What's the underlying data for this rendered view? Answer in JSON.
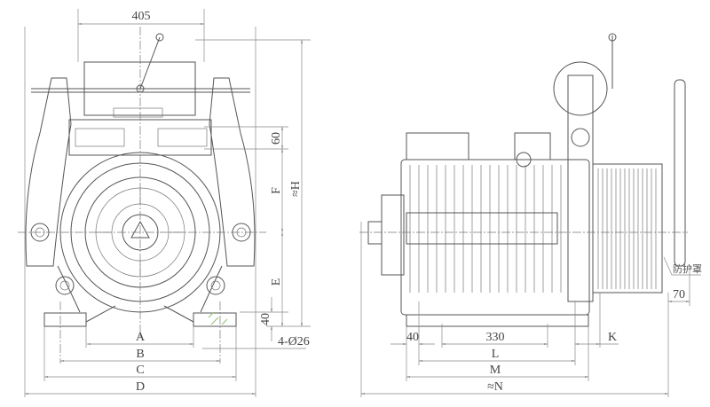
{
  "front_view": {
    "dim_top": "405",
    "dim_60": "60",
    "dim_F": "F",
    "dim_H": "≈H",
    "dim_E": "E",
    "dim_40": "40",
    "dim_holes": "4-Ø26",
    "dim_A": "A",
    "dim_B": "B",
    "dim_C": "C",
    "dim_D": "D"
  },
  "side_view": {
    "dim_40": "40",
    "dim_330": "330",
    "dim_K": "K",
    "dim_L": "L",
    "dim_M": "M",
    "dim_N": "≈N",
    "dim_70": "70",
    "guard_label": "防护罩"
  },
  "colors": {
    "line": "#555555",
    "hatch": "#8fc06a"
  }
}
